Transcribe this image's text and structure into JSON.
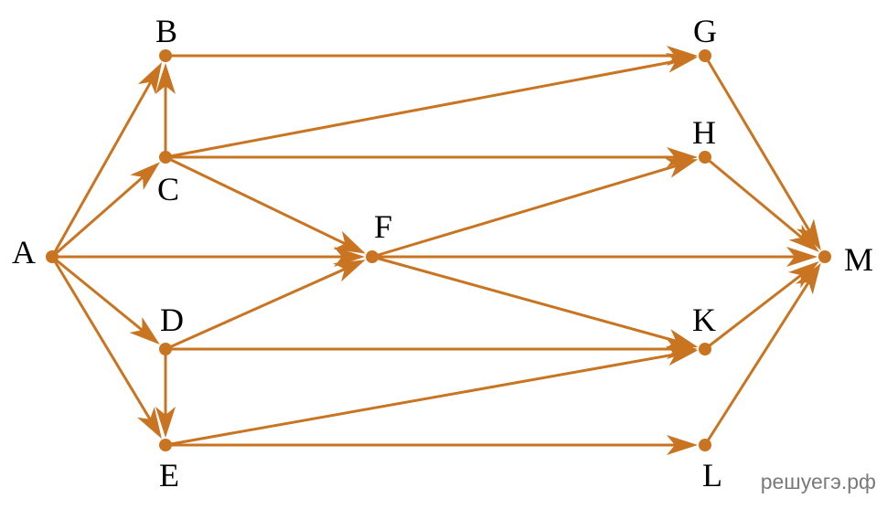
{
  "colors": {
    "edge": "#c87420",
    "node": "#c87420",
    "label": "#000000",
    "watermark": "#7a7a7a"
  },
  "nodes": [
    {
      "id": "A",
      "label": "A"
    },
    {
      "id": "B",
      "label": "B"
    },
    {
      "id": "C",
      "label": "C"
    },
    {
      "id": "D",
      "label": "D"
    },
    {
      "id": "E",
      "label": "E"
    },
    {
      "id": "F",
      "label": "F"
    },
    {
      "id": "G",
      "label": "G"
    },
    {
      "id": "H",
      "label": "H"
    },
    {
      "id": "K",
      "label": "K"
    },
    {
      "id": "L",
      "label": "L"
    },
    {
      "id": "M",
      "label": "M"
    }
  ],
  "edges": [
    {
      "from": "A",
      "to": "B"
    },
    {
      "from": "A",
      "to": "C"
    },
    {
      "from": "A",
      "to": "F"
    },
    {
      "from": "A",
      "to": "D"
    },
    {
      "from": "A",
      "to": "E"
    },
    {
      "from": "C",
      "to": "B"
    },
    {
      "from": "B",
      "to": "G"
    },
    {
      "from": "C",
      "to": "G"
    },
    {
      "from": "C",
      "to": "H"
    },
    {
      "from": "C",
      "to": "F"
    },
    {
      "from": "D",
      "to": "F"
    },
    {
      "from": "D",
      "to": "K"
    },
    {
      "from": "D",
      "to": "E"
    },
    {
      "from": "E",
      "to": "K"
    },
    {
      "from": "E",
      "to": "L"
    },
    {
      "from": "F",
      "to": "H"
    },
    {
      "from": "F",
      "to": "M"
    },
    {
      "from": "F",
      "to": "K"
    },
    {
      "from": "G",
      "to": "M"
    },
    {
      "from": "H",
      "to": "M"
    },
    {
      "from": "K",
      "to": "M"
    },
    {
      "from": "L",
      "to": "M"
    }
  ],
  "watermark": "решуегэ.рф"
}
